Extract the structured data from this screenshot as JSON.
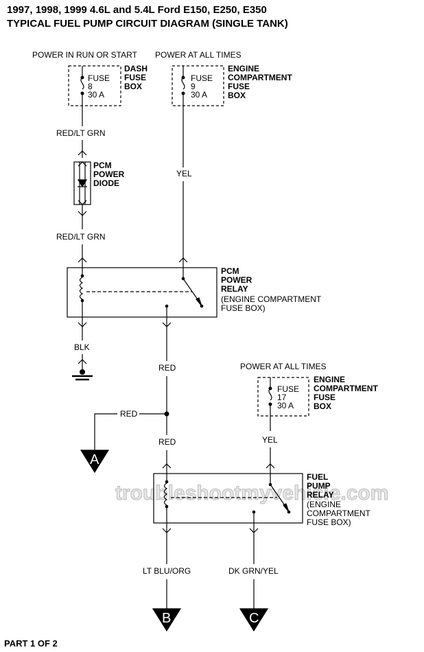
{
  "title": {
    "line1": "1997, 1998, 1999 4.6L and 5.4L Ford E150, E250, E350",
    "line2": "TYPICAL FUEL PUMP CIRCUIT DIAGRAM (SINGLE TANK)"
  },
  "power_labels": {
    "run_start": "POWER IN RUN OR START",
    "all_times_1": "POWER AT ALL TIMES",
    "all_times_2": "POWER AT ALL TIMES"
  },
  "fuse8": {
    "word": "FUSE",
    "number": "8",
    "rating": "30 A",
    "box": [
      "DASH",
      "FUSE",
      "BOX"
    ]
  },
  "fuse9": {
    "word": "FUSE",
    "number": "9",
    "rating": "30 A",
    "box": [
      "ENGINE",
      "COMPARTMENT",
      "FUSE",
      "BOX"
    ]
  },
  "fuse17": {
    "word": "FUSE",
    "number": "17",
    "rating": "30 A",
    "box": [
      "ENGINE",
      "COMPARTMENT",
      "FUSE",
      "BOX"
    ]
  },
  "wires": {
    "red_lt_grn_1": "RED/LT GRN",
    "red_lt_grn_2": "RED/LT GRN",
    "yel_1": "YEL",
    "blk": "BLK",
    "red_1": "RED",
    "red_branch": "RED",
    "red_2": "RED",
    "yel_2": "YEL",
    "lt_blu_org": "LT BLU/ORG",
    "dk_grn_yel": "DK GRN/YEL"
  },
  "diode": {
    "label": [
      "PCM",
      "POWER",
      "DIODE"
    ]
  },
  "pcm_relay": {
    "name": [
      "PCM",
      "POWER",
      "RELAY"
    ],
    "location": [
      "(ENGINE COMPARTMENT",
      "FUSE BOX)"
    ]
  },
  "fuel_relay": {
    "name": [
      "FUEL",
      "PUMP",
      "RELAY"
    ],
    "location": [
      "(ENGINE",
      "COMPARTMENT",
      "FUSE BOX)"
    ]
  },
  "connectors": {
    "a": "A",
    "b": "B",
    "c": "C"
  },
  "watermark": "troubleshootmyvehicle.com",
  "footer": "PART 1 OF 2"
}
